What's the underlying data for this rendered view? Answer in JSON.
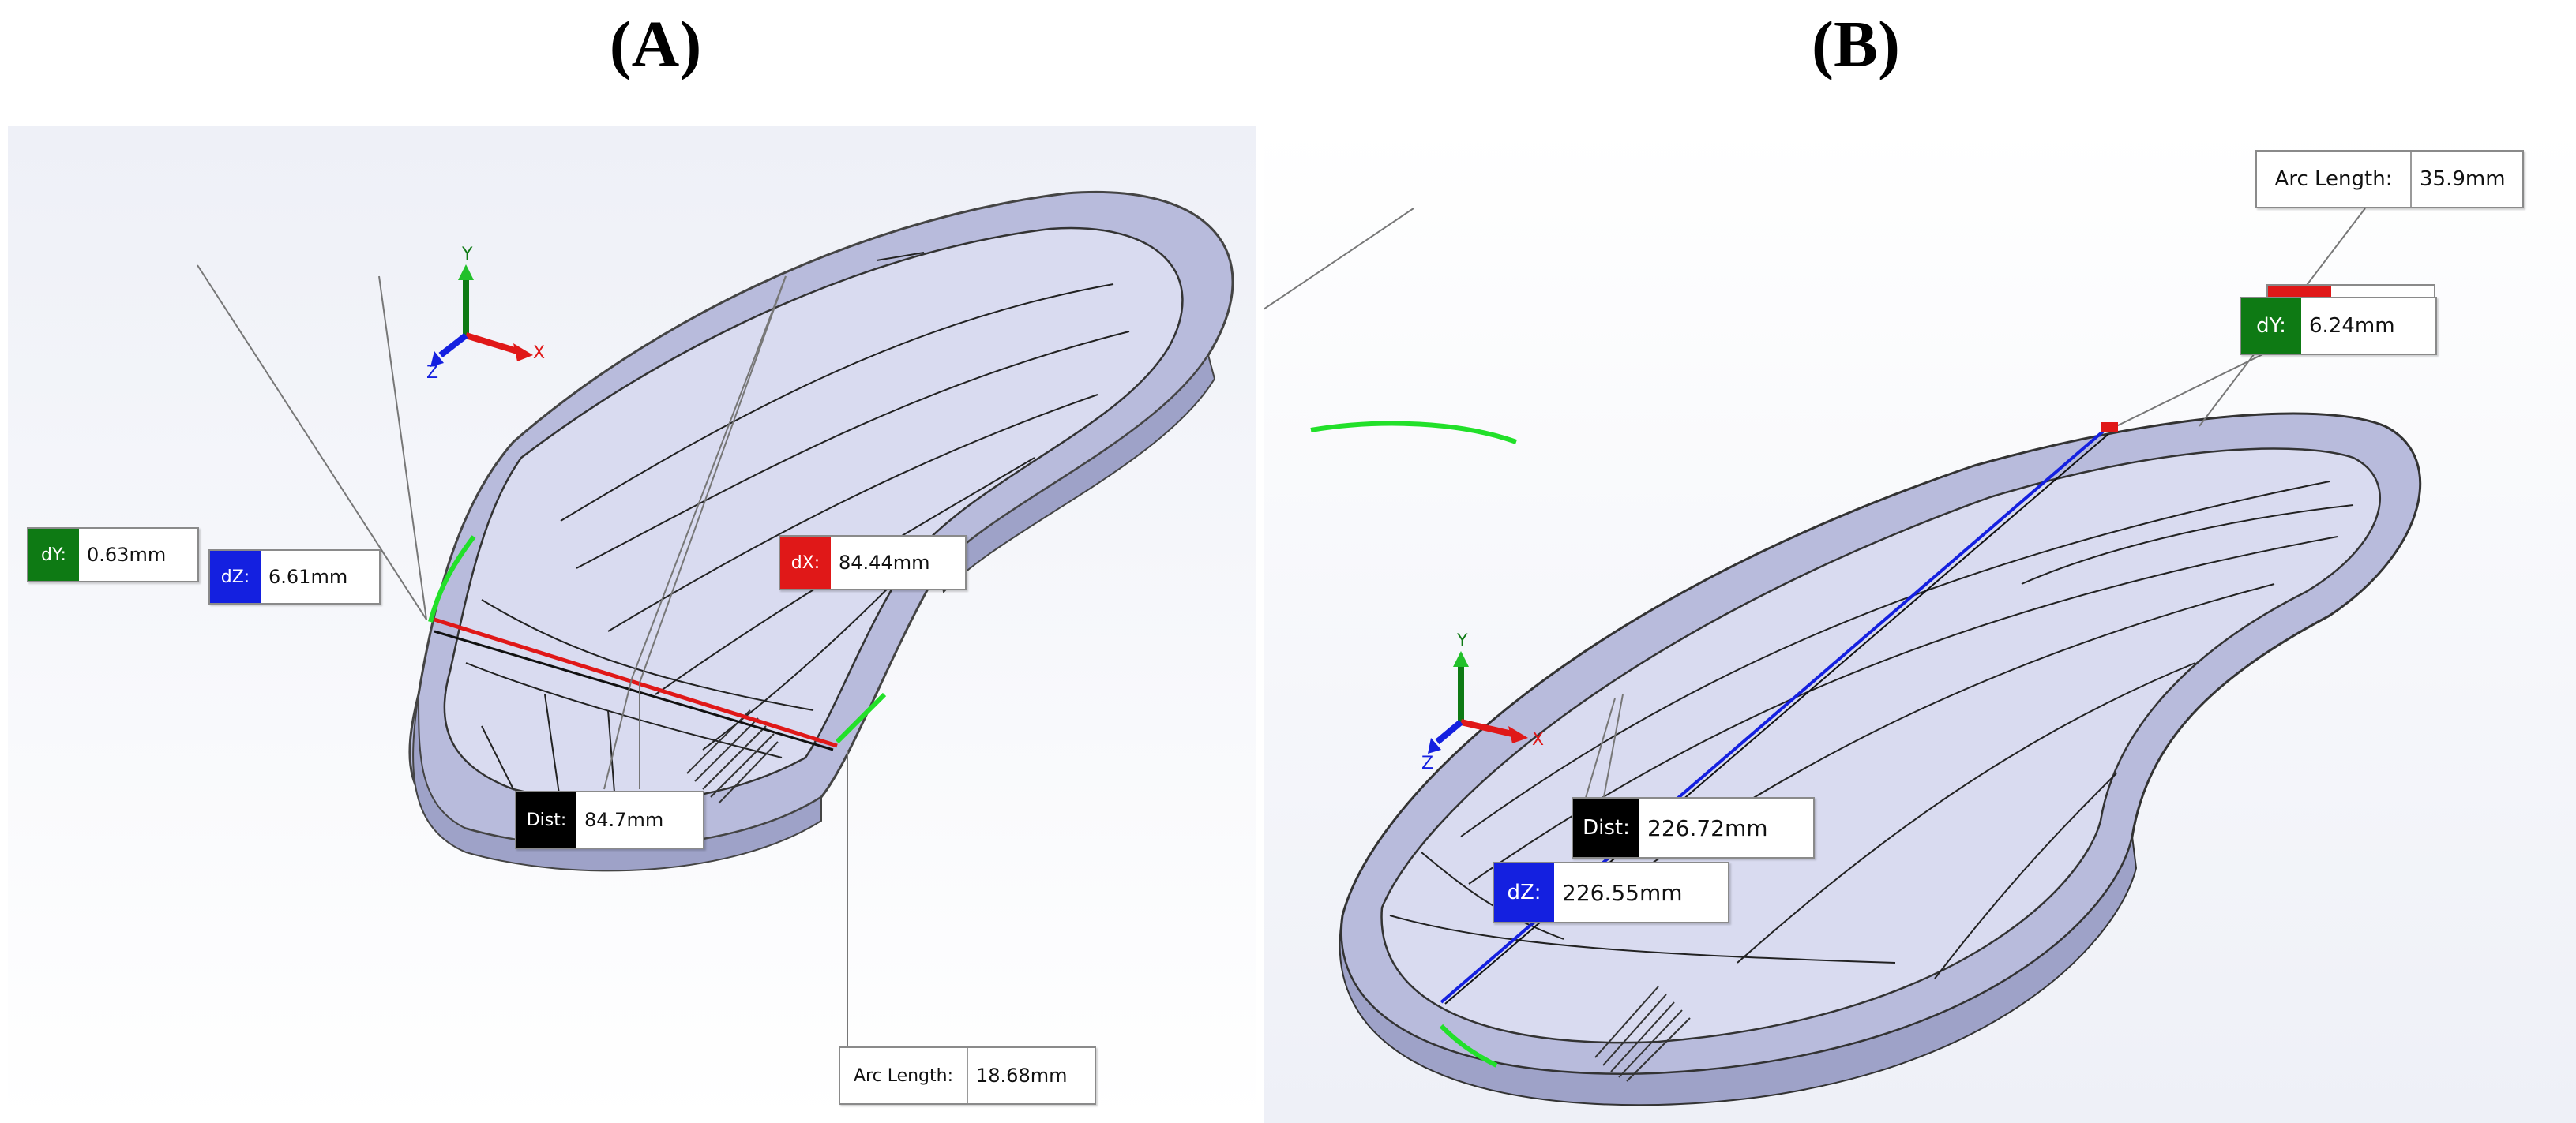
{
  "panels": {
    "a": {
      "title": "(A)",
      "triad": {
        "x": "X",
        "y": "Y",
        "z": "Z"
      },
      "callouts": {
        "dy": {
          "tag": "dY:",
          "value": "0.63mm",
          "color": "#0e7a14"
        },
        "dz": {
          "tag": "dZ:",
          "value": "6.61mm",
          "color": "#1420e0"
        },
        "dx": {
          "tag": "dX:",
          "value": "84.44mm",
          "color": "#e01818"
        },
        "dist": {
          "tag": "Dist:",
          "value": "84.7mm",
          "color": "#000000"
        },
        "arc": {
          "tag": "Arc Length:",
          "value": "18.68mm"
        }
      }
    },
    "b": {
      "title": "(B)",
      "triad": {
        "x": "X",
        "y": "Y",
        "z": "Z"
      },
      "callouts": {
        "arc": {
          "tag": "Arc Length:",
          "value": "35.9mm"
        },
        "dy": {
          "tag": "dY:",
          "value": "6.24mm",
          "color": "#0e7a14"
        },
        "dist": {
          "tag": "Dist:",
          "value": "226.72mm",
          "color": "#000000"
        },
        "dz": {
          "tag": "dZ:",
          "value": "226.55mm",
          "color": "#1420e0"
        }
      }
    }
  },
  "colors": {
    "model_fill": "#c9cbe6",
    "model_dark": "#9ea2c8",
    "measure_red": "#e01818",
    "measure_blue": "#1420e0",
    "edge_green": "#22e02a"
  }
}
